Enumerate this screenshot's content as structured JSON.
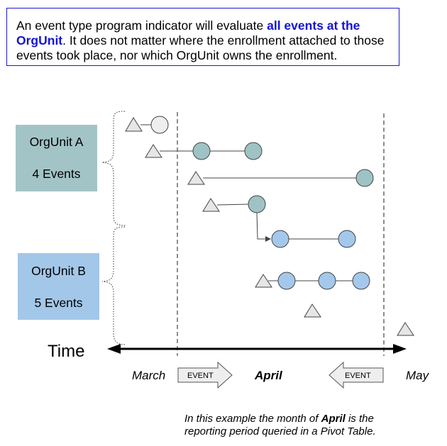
{
  "callout": {
    "part1": "An event type program indicator will evaluate ",
    "highlight": "all events at the OrgUnit",
    "part2": ". It does not matter where the enrollment attached to those events took place, nor which OrgUnit owns the enrollment."
  },
  "org_units": [
    {
      "name": "OrgUnit A",
      "count": "4 Events",
      "color": "#a3c4c6"
    },
    {
      "name": "OrgUnit B",
      "count": "5 Events",
      "color": "#a3c7e8"
    }
  ],
  "axis": {
    "label": "Time"
  },
  "months": {
    "march": "March",
    "april": "April",
    "may": "May"
  },
  "arrows": {
    "left": "EVENT",
    "right": "EVENT"
  },
  "footnote": {
    "part1": "In this example the month of ",
    "bold": "April",
    "part2": " is the",
    "line2": "reporting period queried in a Pivot Table."
  },
  "colors": {
    "event_a": "#9fc3c5",
    "event_b": "#a4c8ec",
    "event_outside": "#eeeeee",
    "enrollment": "#e6e6e6"
  }
}
